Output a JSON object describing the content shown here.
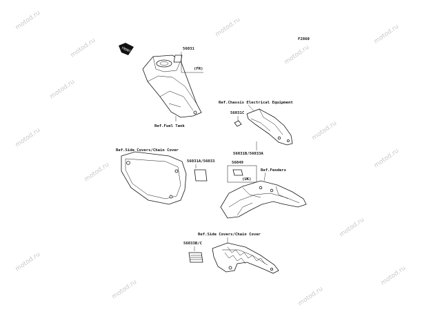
{
  "figure_code": "F2860",
  "front_arrow": "FRONT",
  "watermark": "motod.ru",
  "labels": {
    "p56031": "56031",
    "fr": "(FR)",
    "ref_fuel_tank": "Ref.Fuel Tank",
    "ref_chassis": "Ref.Chassis Electrical Equipment",
    "p56031c": "56031C",
    "p56031b": "56031B/56033A",
    "ref_side_covers_1": "Ref.Side Covers/Chain Cover",
    "p56031a": "56031A/56033",
    "p56049": "56049",
    "uk": "(UK)",
    "ref_fenders": "Ref.Fenders",
    "ref_side_covers_2": "Ref.Side Covers/Chain Cover",
    "p56033bc": "56033B/C"
  }
}
